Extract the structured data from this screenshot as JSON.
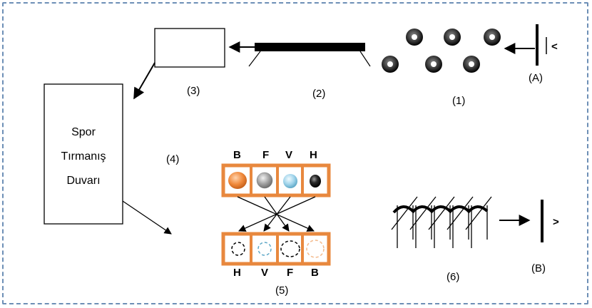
{
  "labels": {
    "step1": "(1)",
    "step2": "(2)",
    "step3": "(3)",
    "step4": "(4)",
    "step5": "(5)",
    "step6": "(6)",
    "point_a": "(A)",
    "point_b": "(B)",
    "symbol_a": "<",
    "symbol_b": ">"
  },
  "wall": {
    "line1": "Spor",
    "line2": "Tırmanış",
    "line3": "Duvarı"
  },
  "top_row_letters": [
    "B",
    "F",
    "V",
    "H"
  ],
  "bottom_row_letters": [
    "H",
    "V",
    "F",
    "B"
  ],
  "colors": {
    "frame_border": "#6d8fb6",
    "box_border": "#e8883e",
    "ball_orange": "#f08a3c",
    "ball_gray": "#a6a6a6",
    "ball_light_blue": "#9fd3ea",
    "ball_black": "#1a1a1a"
  }
}
